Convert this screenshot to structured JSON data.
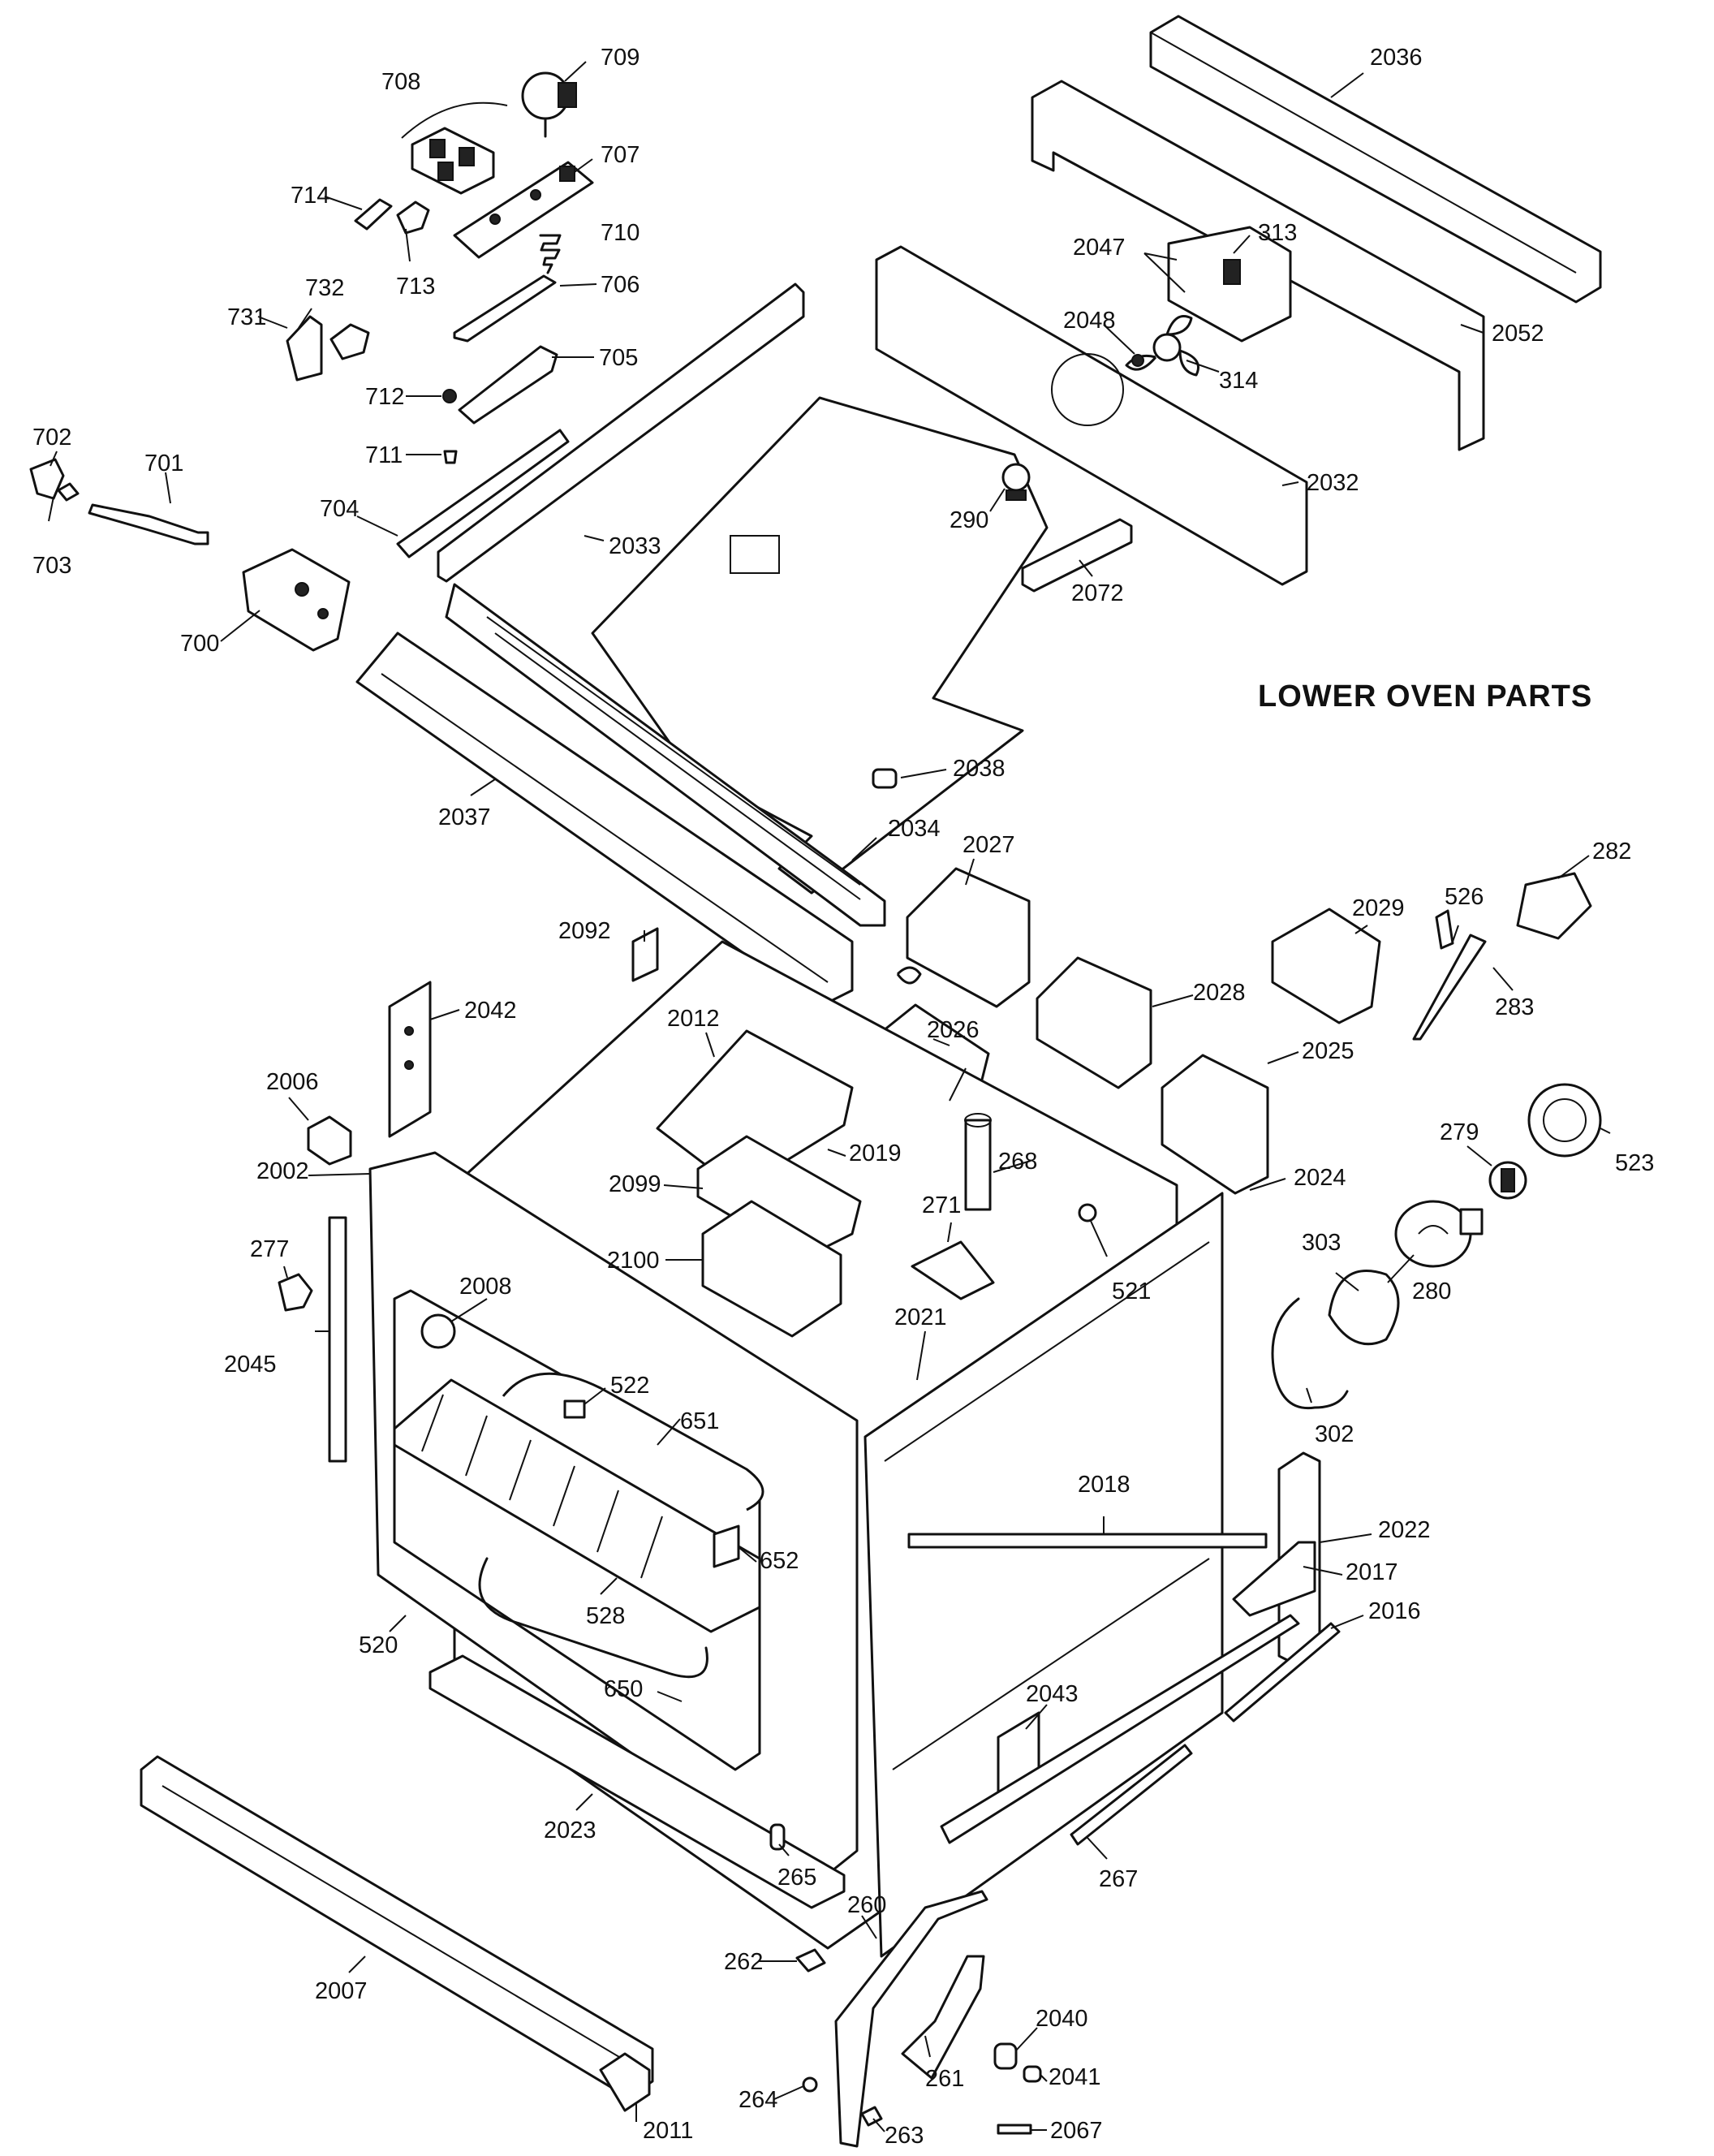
{
  "title": "LOWER OVEN PARTS",
  "labels": {
    "p700": "700",
    "p701": "701",
    "p702": "702",
    "p703": "703",
    "p704": "704",
    "p705": "705",
    "p706": "706",
    "p707": "707",
    "p708": "708",
    "p709": "709",
    "p710": "710",
    "p711": "711",
    "p712": "712",
    "p713": "713",
    "p714": "714",
    "p731": "731",
    "p732": "732",
    "p2036": "2036",
    "p2047": "2047",
    "p313": "313",
    "p2048": "2048",
    "p314": "314",
    "p2052": "2052",
    "p2032": "2032",
    "p290": "290",
    "p2072": "2072",
    "p2033": "2033",
    "p2038": "2038",
    "p2037": "2037",
    "p2034": "2034",
    "p2027": "2027",
    "p282": "282",
    "p526": "526",
    "p2029": "2029",
    "p283": "283",
    "p2092": "2092",
    "p2028": "2028",
    "p2042": "2042",
    "p2012": "2012",
    "p2026": "2026",
    "p2025": "2025",
    "p2006": "2006",
    "p279": "279",
    "p523": "523",
    "p2002": "2002",
    "p2099": "2099",
    "p2019": "2019",
    "p268": "268",
    "p2024": "2024",
    "p277": "277",
    "p271": "271",
    "p303": "303",
    "p2100": "2100",
    "p521": "521",
    "p280": "280",
    "p2008": "2008",
    "p2021": "2021",
    "p2045": "2045",
    "p522": "522",
    "p651": "651",
    "p302": "302",
    "p2018": "2018",
    "p2022": "2022",
    "p2017": "2017",
    "p652": "652",
    "p520": "520",
    "p528": "528",
    "p2016": "2016",
    "p650": "650",
    "p2043": "2043",
    "p2023": "2023",
    "p267": "267",
    "p265": "265",
    "p260": "260",
    "p262": "262",
    "p2007": "2007",
    "p2040": "2040",
    "p261": "261",
    "p2041": "2041",
    "p264": "264",
    "p2011": "2011",
    "p263": "263",
    "p2067": "2067"
  }
}
